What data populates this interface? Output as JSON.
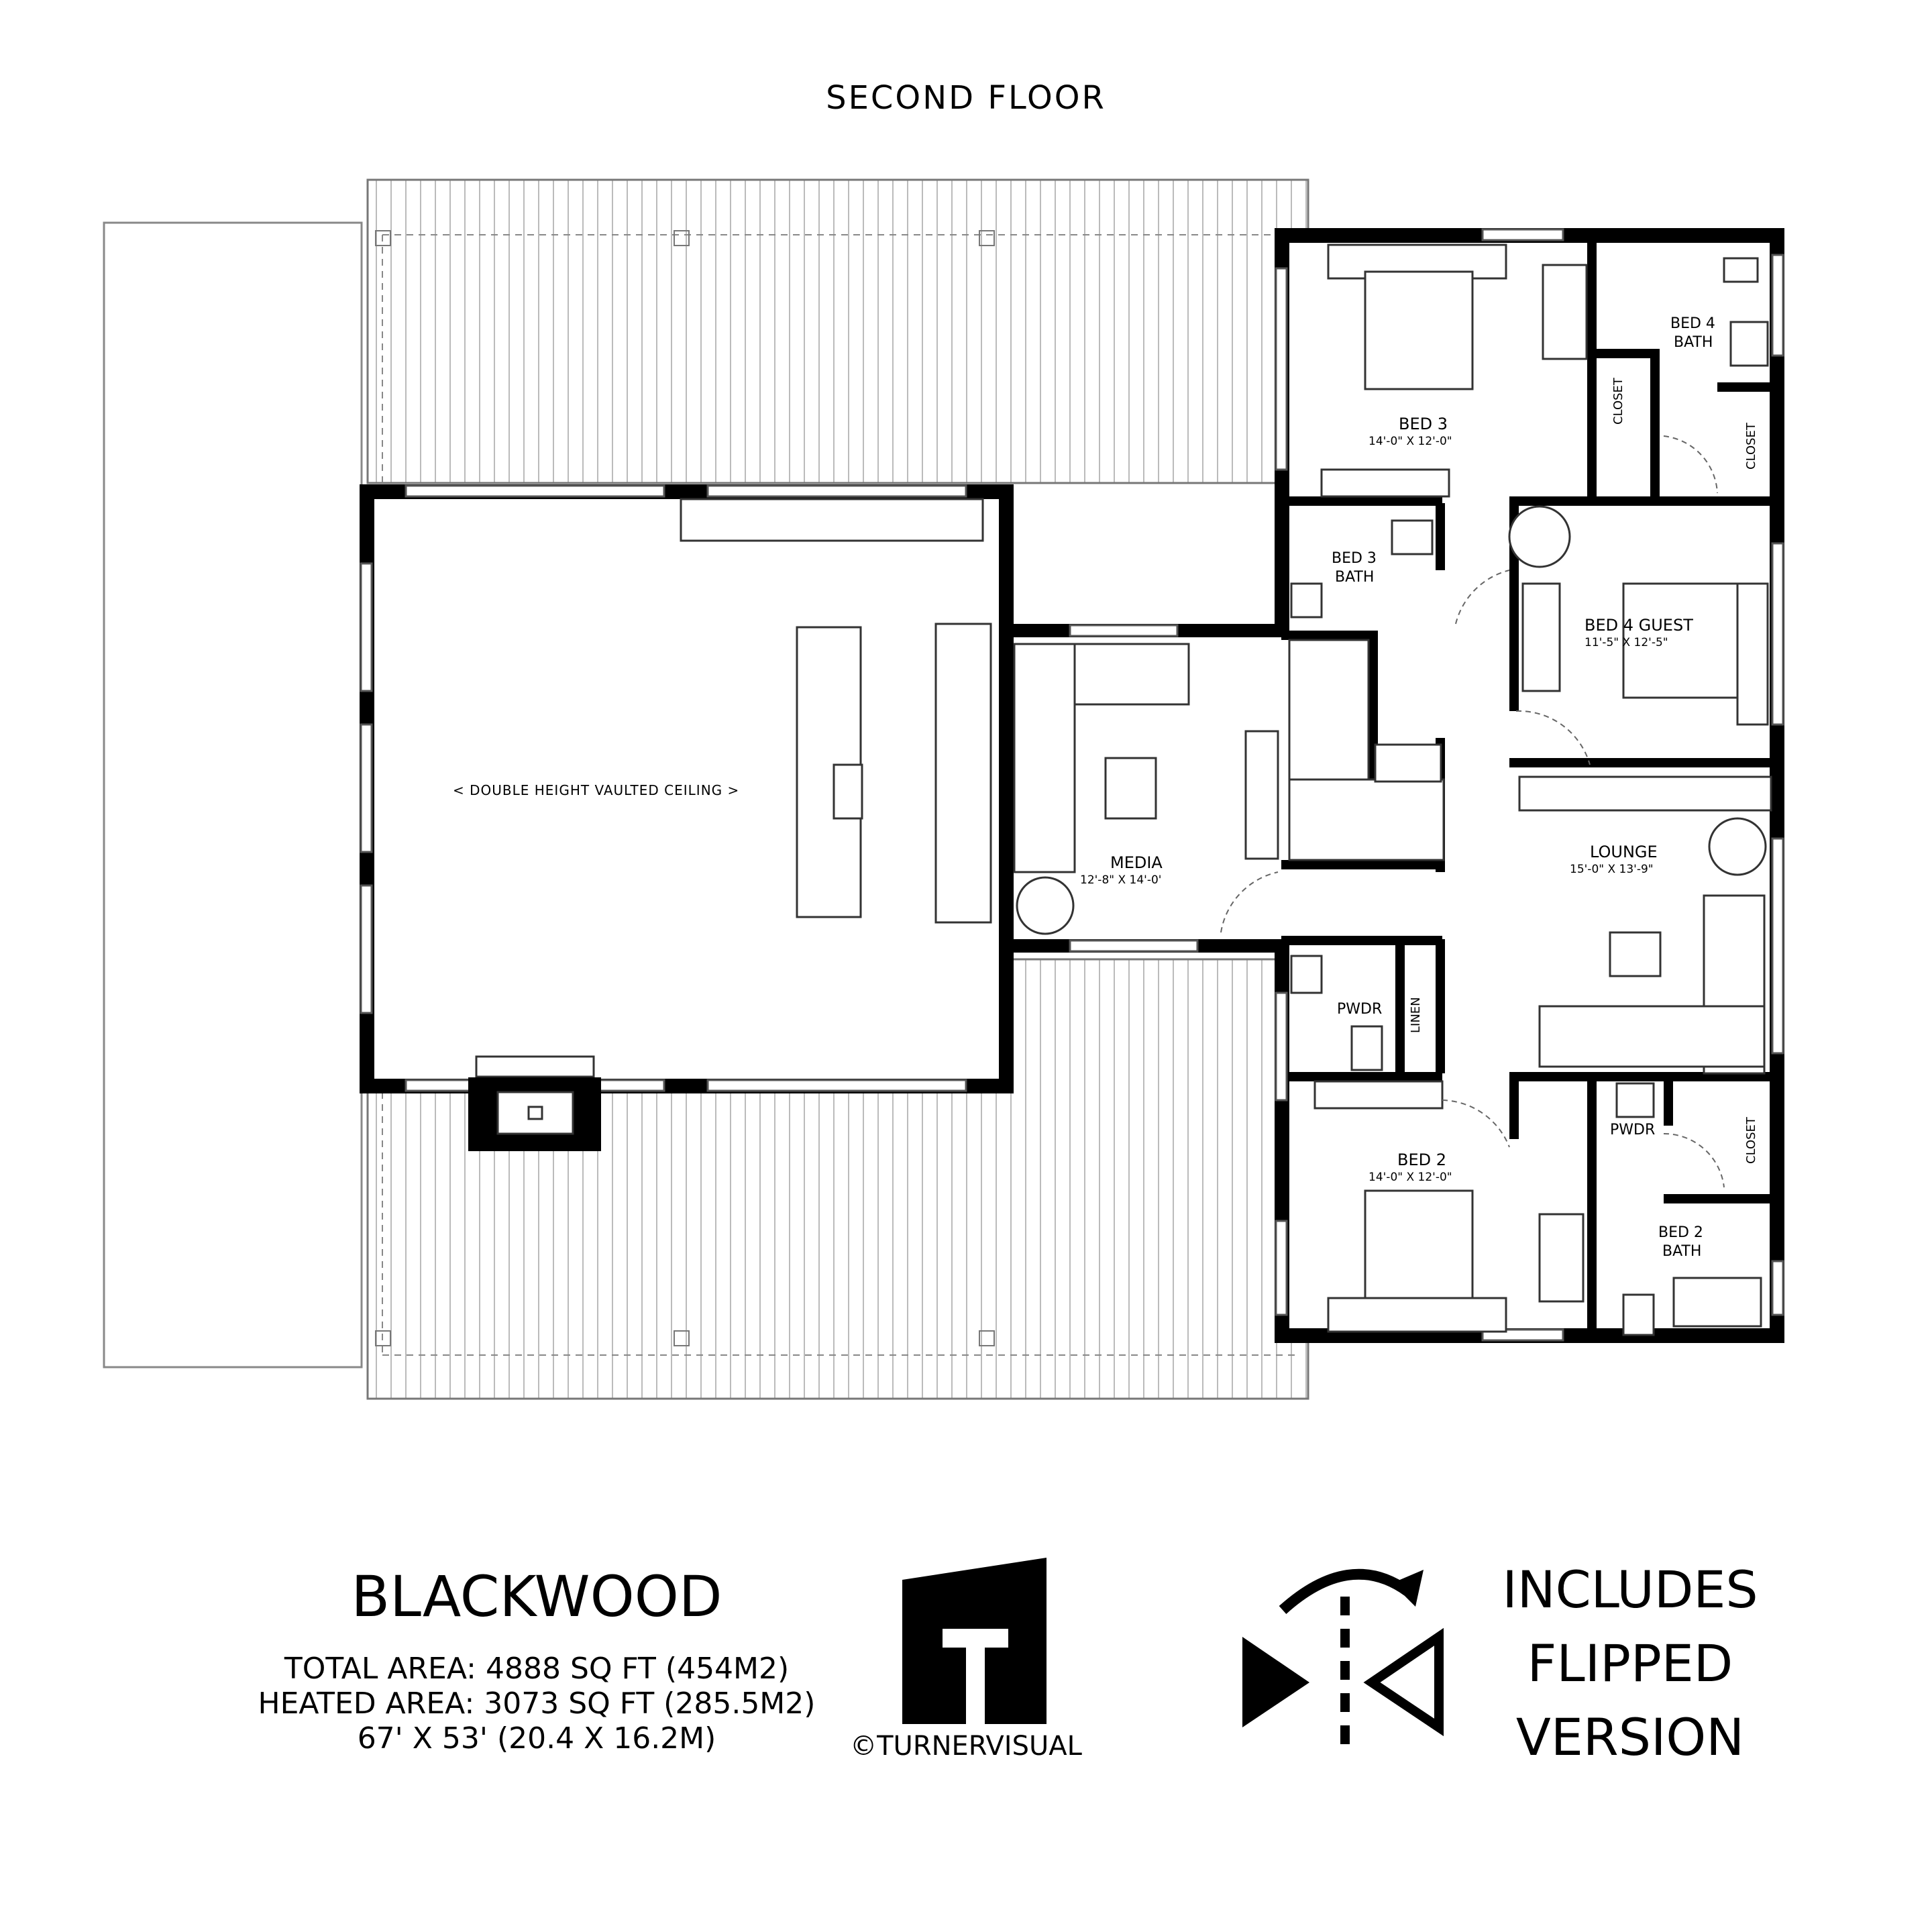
{
  "header": {
    "title": "SECOND FLOOR"
  },
  "rooms": {
    "vaulted": "< DOUBLE HEIGHT VAULTED CEILING >",
    "bed3": {
      "name": "BED 3",
      "size": "14'-0\" X 12'-0\""
    },
    "bed3_bath": [
      "BED 3",
      "BATH"
    ],
    "bed4_bath": [
      "BED 4",
      "BATH"
    ],
    "bed4_guest": {
      "name": "BED 4 GUEST",
      "size": "11'-5\" X 12'-5\""
    },
    "closet": "CLOSET",
    "media": {
      "name": "MEDIA",
      "size": "12'-8\" X 14'-0'"
    },
    "lounge": {
      "name": "LOUNGE",
      "size": "15'-0\" X 13'-9\""
    },
    "pwdr": "PWDR",
    "linen": "LINEN",
    "bed2": {
      "name": "BED 2",
      "size": "14'-0\" X 12'-0\""
    },
    "bed2_bath": [
      "BED 2",
      "BATH"
    ]
  },
  "footer": {
    "brand": "BLACKWOOD",
    "total_area": "TOTAL AREA: 4888 SQ FT (454M2)",
    "heated_area": "HEATED AREA: 3073 SQ FT (285.5M2)",
    "dimensions": "67' X 53' (20.4 X 16.2M)",
    "copyright": "©TURNERVISUAL",
    "flipped": [
      "INCLUDES",
      "FLIPPED",
      "VERSION"
    ]
  }
}
